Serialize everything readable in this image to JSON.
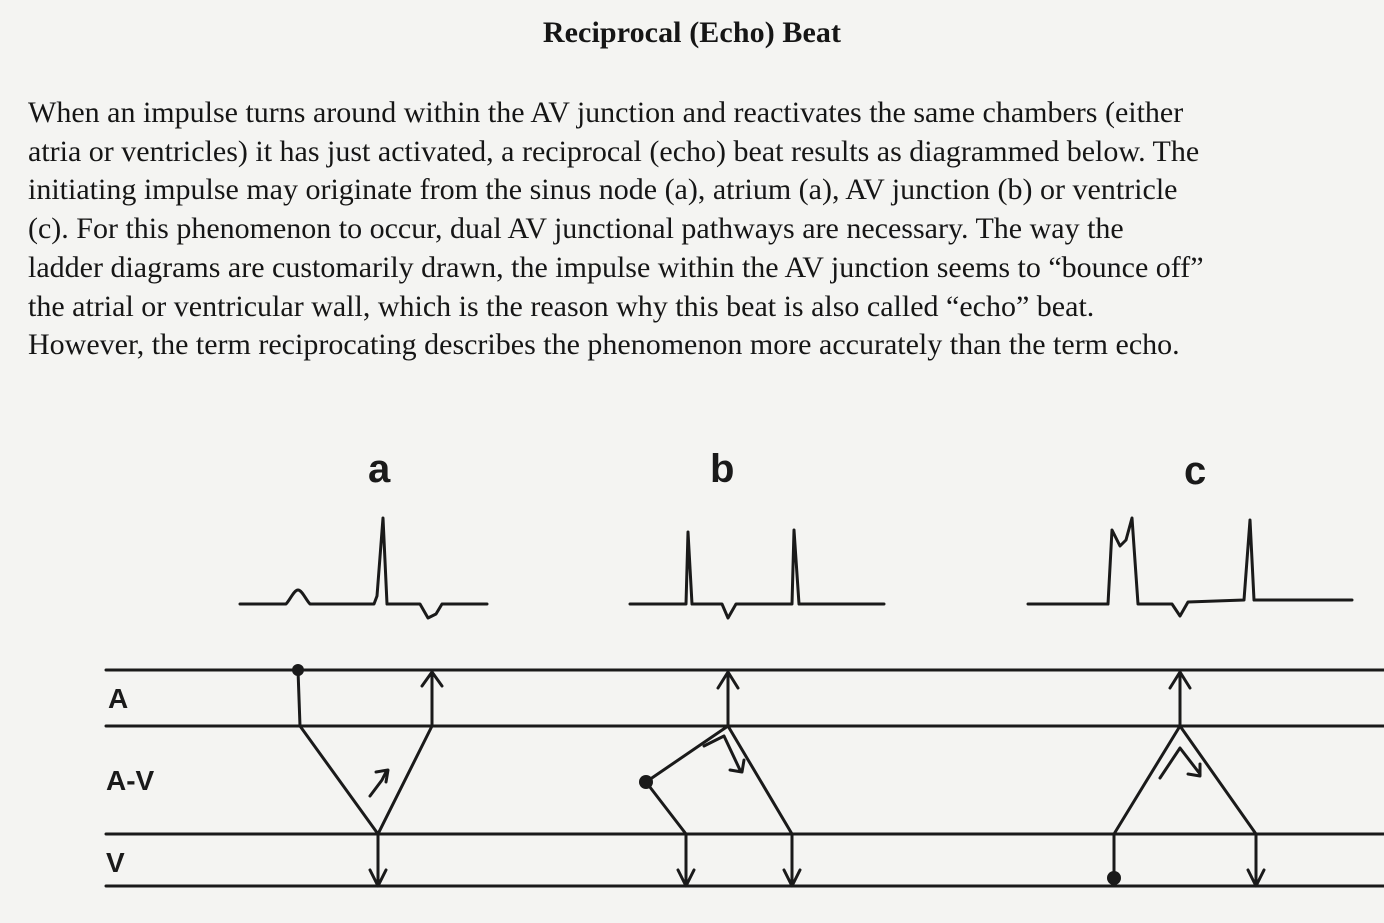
{
  "document": {
    "title": "Reciprocal (Echo) Beat",
    "paragraph_lines": [
      "When an impulse turns around within the AV junction and reactivates the same chambers (either",
      "atria or ventricles) it has just activated, a reciprocal (echo) beat results as diagrammed below.  The",
      "initiating impulse may originate from the sinus node (a), atrium (a), AV junction (b) or ventricle",
      "(c).  For this phenomenon to occur, dual AV junctional pathways are necessary.  The way the",
      "ladder diagrams are customarily drawn, the impulse within the AV junction seems to “bounce off”",
      "the atrial or ventricular wall, which is the reason why this beat is also called “echo” beat.",
      "However, the term reciprocating describes the phenomenon more accurately than the term echo."
    ]
  },
  "diagram": {
    "panels": [
      {
        "letter": "a"
      },
      {
        "letter": "b"
      },
      {
        "letter": "c"
      }
    ],
    "row_labels": {
      "atrium": "A",
      "junction": "A-V",
      "ventricle": "V"
    },
    "ink_color": "#1a1a1a"
  }
}
